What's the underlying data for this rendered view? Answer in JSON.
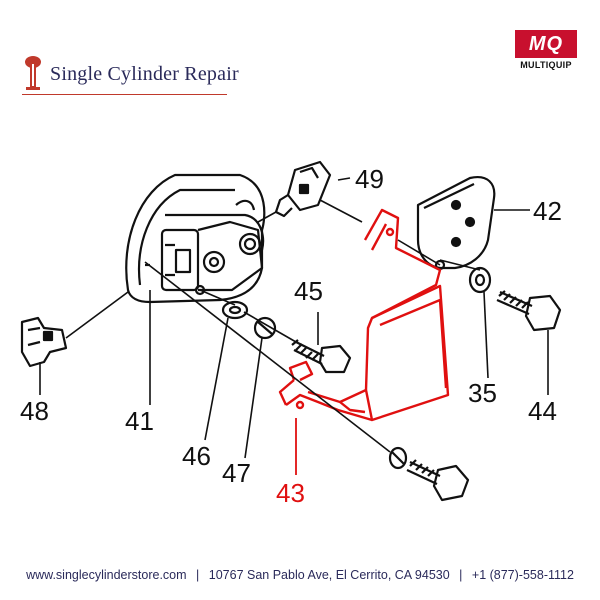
{
  "header": {
    "site_name": "Single Cylinder Repair",
    "brand_logo_letters": "MQ",
    "brand_logo_word": "MULTIQUIP"
  },
  "diagram": {
    "highlight_color": "#e01010",
    "callouts": [
      {
        "id": "c41",
        "label": "41",
        "highlighted": false
      },
      {
        "id": "c42",
        "label": "42",
        "highlighted": false
      },
      {
        "id": "c43",
        "label": "43",
        "highlighted": true
      },
      {
        "id": "c44",
        "label": "44",
        "highlighted": false
      },
      {
        "id": "c45",
        "label": "45",
        "highlighted": false
      },
      {
        "id": "c46",
        "label": "46",
        "highlighted": false
      },
      {
        "id": "c47",
        "label": "47",
        "highlighted": false
      },
      {
        "id": "c48",
        "label": "48",
        "highlighted": false
      },
      {
        "id": "c49",
        "label": "49",
        "highlighted": false
      },
      {
        "id": "c35",
        "label": "35",
        "highlighted": false
      }
    ]
  },
  "footer": {
    "website": "www.singlecylinderstore.com",
    "address": "10767 San Pablo Ave, El Cerrito, CA 94530",
    "phone": "+1 (877)-558-1112",
    "separator": "|"
  }
}
